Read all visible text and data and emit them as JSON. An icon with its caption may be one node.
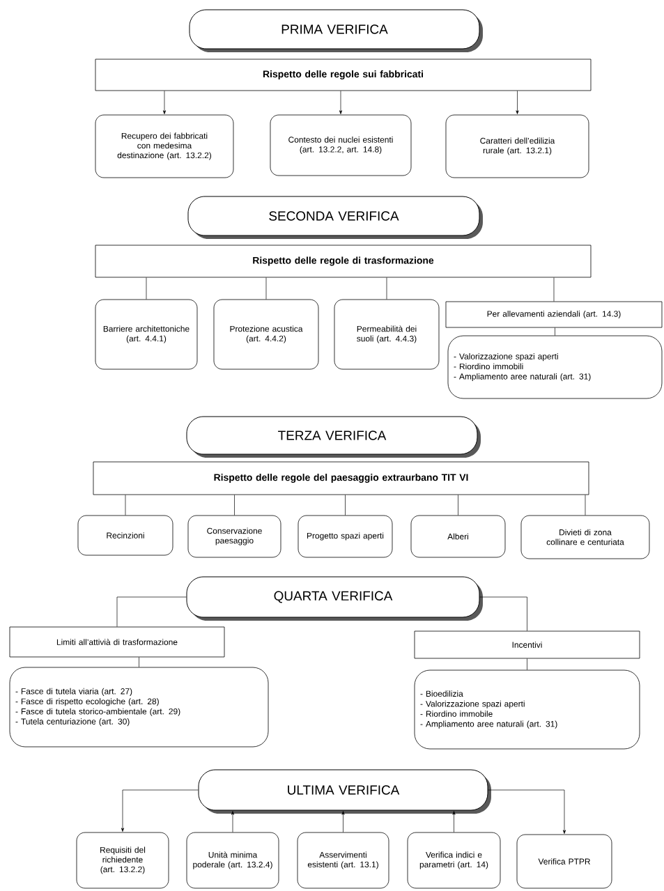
{
  "diagram": {
    "nodes": [
      {
        "text": [
          "PRIMA VERIFICA"
        ]
      },
      {
        "text": [
          "Rispetto delle regole sui fabbricati"
        ]
      },
      {
        "text": [
          "Recupero dei fabbricati con medesima destinazione (art. 13.2.2)"
        ]
      },
      {
        "text": [
          "Contesto dei nuclei esistenti (art. 13.2.2, art. 14.8)"
        ]
      },
      {
        "text": [
          "Caratteri dell’edilizia rurale (art. 13.2.1)"
        ]
      },
      {
        "text": [
          "SECONDA VERIFICA"
        ]
      },
      {
        "text": [
          "Rispetto delle regole di trasformazione"
        ]
      },
      {
        "text": [
          "Barriere architettoniche (art. 4.4.1)"
        ]
      },
      {
        "text": [
          "Protezione acustica (art. 4.4.2)"
        ]
      },
      {
        "text": [
          "Permeabilità dei suoli (art. 4.4.3)"
        ]
      },
      {
        "text": [
          "Per allevamenti aziendali (art. 14.3)"
        ]
      },
      {
        "text": [
          "- Valorizzazione spazi aperti",
          "- Riordino immobili",
          "- Ampliamento aree naturali (art. 31)"
        ]
      },
      {
        "text": [
          "TERZA VERIFICA"
        ]
      },
      {
        "text": [
          "Rispetto delle regole del paesaggio extraurbano TIT VI"
        ]
      },
      {
        "text": [
          "Recinzioni"
        ]
      },
      {
        "text": [
          "Conservazione paesaggio"
        ]
      },
      {
        "text": [
          "Progetto spazi aperti"
        ]
      },
      {
        "text": [
          "Alberi"
        ]
      },
      {
        "text": [
          "Divieti di zona collinare e centuriata"
        ]
      },
      {
        "text": [
          "QUARTA VERIFICA"
        ]
      },
      {
        "text": [
          "Limiti all’attivià di trasformazione"
        ]
      },
      {
        "text": [
          "- Fasce di tutela viaria (art. 27)",
          "- Fasce di rispetto ecologiche (art. 28)",
          "- Fasce di tutela storico-ambientale (art. 29)",
          "- Tutela centuriazione (art. 30)"
        ]
      },
      {
        "text": [
          "Incentivi"
        ]
      },
      {
        "text": [
          "- Bioedilizia",
          "- Valorizzazione spazi aperti",
          "- Riordino immobile",
          "- Ampliamento aree naturali (art. 31)"
        ]
      },
      {
        "text": [
          "ULTIMA VERIFICA"
        ]
      },
      {
        "text": [
          "Requisiti del richiedente (art. 13.2.2)"
        ]
      },
      {
        "text": [
          "Unità minima poderale (art. 13.2.4)"
        ]
      },
      {
        "text": [
          "Asservimenti esistenti (art. 13.1)"
        ]
      },
      {
        "text": [
          "Verifica indici e parametri (art. 14)"
        ]
      },
      {
        "text": [
          "Verifica PTPR"
        ]
      }
    ],
    "edges": [
      {
        "from": 1,
        "to": 2,
        "arrow": "to"
      },
      {
        "from": 1,
        "to": 3,
        "arrow": "to"
      },
      {
        "from": 1,
        "to": 4,
        "arrow": "to"
      },
      {
        "from": 6,
        "to": 7,
        "arrow": "none"
      },
      {
        "from": 6,
        "to": 8,
        "arrow": "none"
      },
      {
        "from": 6,
        "to": 9,
        "arrow": "none"
      },
      {
        "from": 6,
        "to": 10,
        "arrow": "none"
      },
      {
        "from": 10,
        "to": 11,
        "arrow": "none"
      },
      {
        "from": 13,
        "to": 14,
        "arrow": "none"
      },
      {
        "from": 13,
        "to": 15,
        "arrow": "none"
      },
      {
        "from": 13,
        "to": 16,
        "arrow": "none"
      },
      {
        "from": 13,
        "to": 17,
        "arrow": "none"
      },
      {
        "from": 13,
        "to": 18,
        "arrow": "none"
      },
      {
        "from": 19,
        "to": 20,
        "arrow": "none"
      },
      {
        "from": 19,
        "to": 22,
        "arrow": "none"
      },
      {
        "from": 20,
        "to": 21,
        "arrow": "none"
      },
      {
        "from": 22,
        "to": 23,
        "arrow": "none"
      },
      {
        "from": 24,
        "to": 25,
        "arrow": "to"
      },
      {
        "from": 26,
        "to": 24,
        "arrow": "to"
      },
      {
        "from": 27,
        "to": 24,
        "arrow": "to"
      },
      {
        "from": 28,
        "to": 24,
        "arrow": "to"
      },
      {
        "from": 24,
        "to": 29,
        "arrow": "to"
      }
    ]
  }
}
